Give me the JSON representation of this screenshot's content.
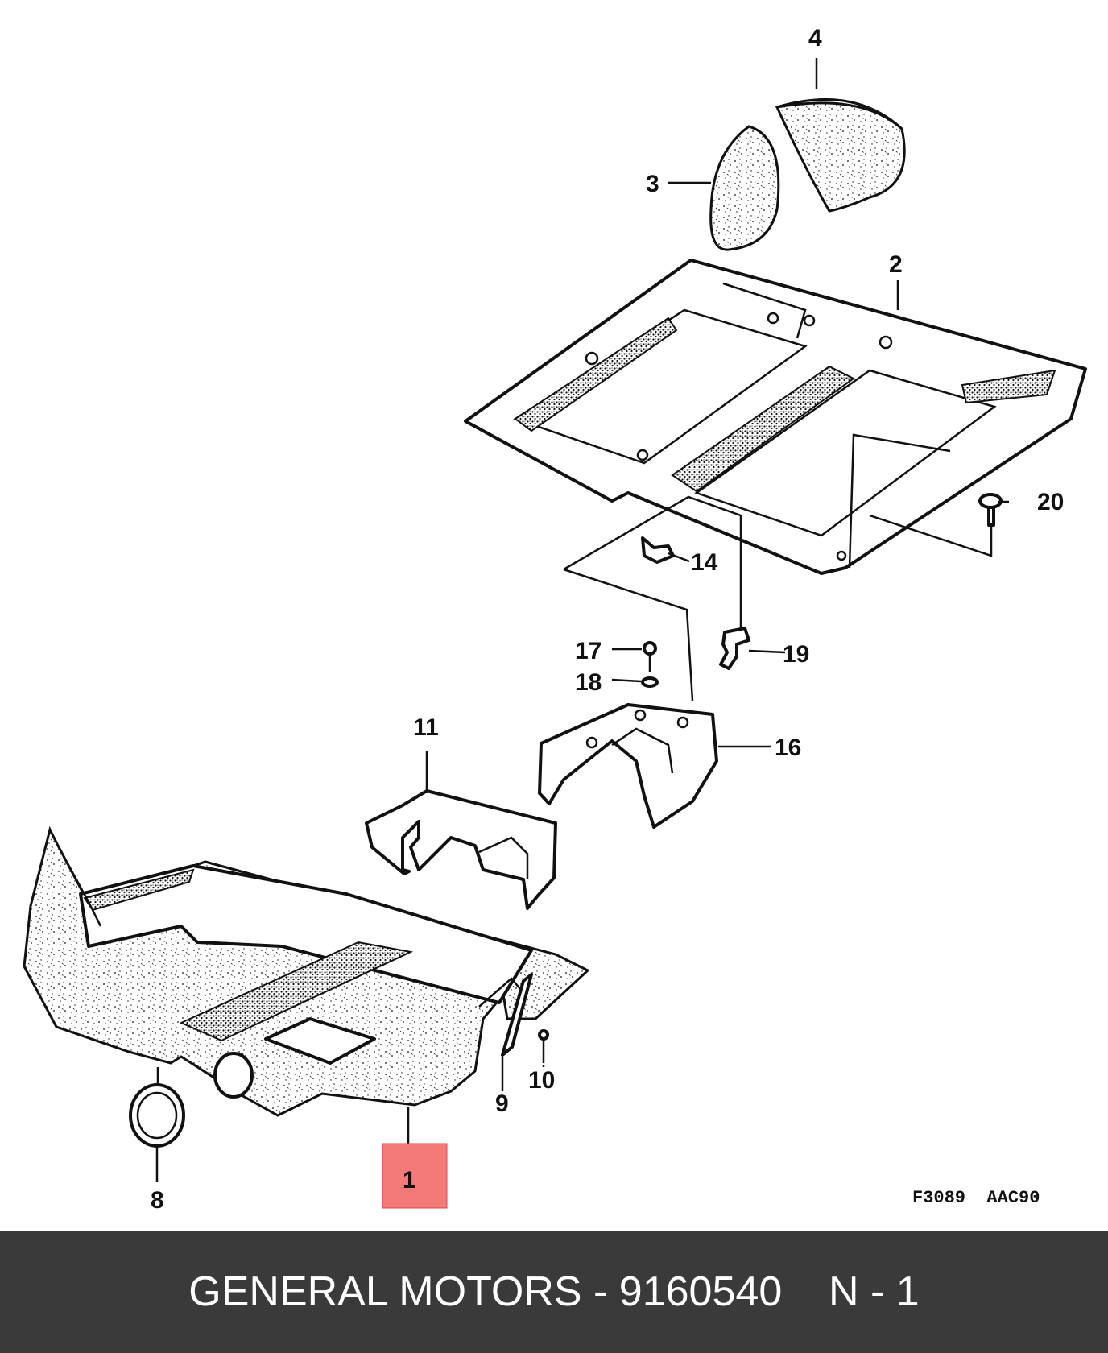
{
  "diagram": {
    "callouts": [
      "1",
      "2",
      "3",
      "4",
      "8",
      "9",
      "10",
      "11",
      "14",
      "16",
      "17",
      "18",
      "19",
      "20"
    ],
    "drawing_code": "F3089  AAC90",
    "highlight_color": "#f47a7a"
  },
  "caption": {
    "manufacturer": "GENERAL MOTORS",
    "separator": " - ",
    "part_number": "9160540",
    "position": "N - 1"
  }
}
